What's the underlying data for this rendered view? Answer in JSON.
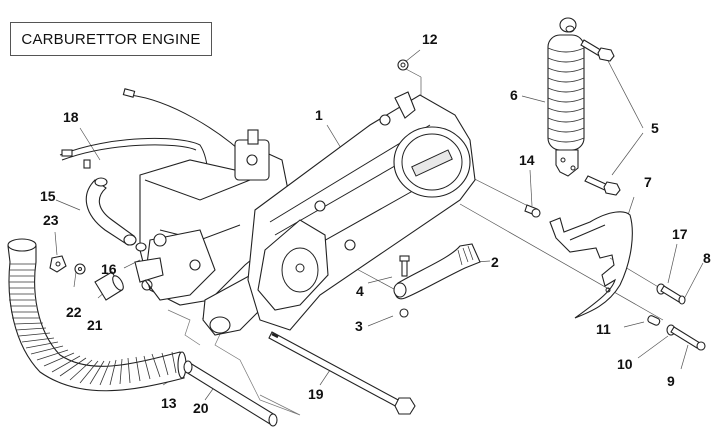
{
  "title": "CARBURETTOR ENGINE",
  "callouts": [
    {
      "id": "1",
      "label": "1",
      "part": "engine-assembly"
    },
    {
      "id": "2",
      "label": "2",
      "part": "kick-start-lever"
    },
    {
      "id": "3",
      "label": "3",
      "part": "nut"
    },
    {
      "id": "4",
      "label": "4",
      "part": "screw"
    },
    {
      "id": "5",
      "label": "5",
      "part": "shock-bolts"
    },
    {
      "id": "6",
      "label": "6",
      "part": "rear-shock-absorber"
    },
    {
      "id": "7",
      "label": "7",
      "part": "mudguard"
    },
    {
      "id": "8",
      "label": "8",
      "part": "screw"
    },
    {
      "id": "9",
      "label": "9",
      "part": "screw"
    },
    {
      "id": "10",
      "label": "10",
      "part": "washer"
    },
    {
      "id": "11",
      "label": "11",
      "part": "spacer"
    },
    {
      "id": "12",
      "label": "12",
      "part": "nut"
    },
    {
      "id": "13",
      "label": "13",
      "part": "cooling-hose"
    },
    {
      "id": "14",
      "label": "14",
      "part": "screw"
    },
    {
      "id": "15",
      "label": "15",
      "part": "hose"
    },
    {
      "id": "16",
      "label": "16",
      "part": "clamp"
    },
    {
      "id": "17",
      "label": "17",
      "part": "washer"
    },
    {
      "id": "18",
      "label": "18",
      "part": "cable-harness"
    },
    {
      "id": "19",
      "label": "19",
      "part": "engine-pivot-bolt"
    },
    {
      "id": "20",
      "label": "20",
      "part": "bushing"
    },
    {
      "id": "21",
      "label": "21",
      "part": "spacer"
    },
    {
      "id": "22",
      "label": "22",
      "part": "washer"
    },
    {
      "id": "23",
      "label": "23",
      "part": "rubber-grommet"
    }
  ]
}
